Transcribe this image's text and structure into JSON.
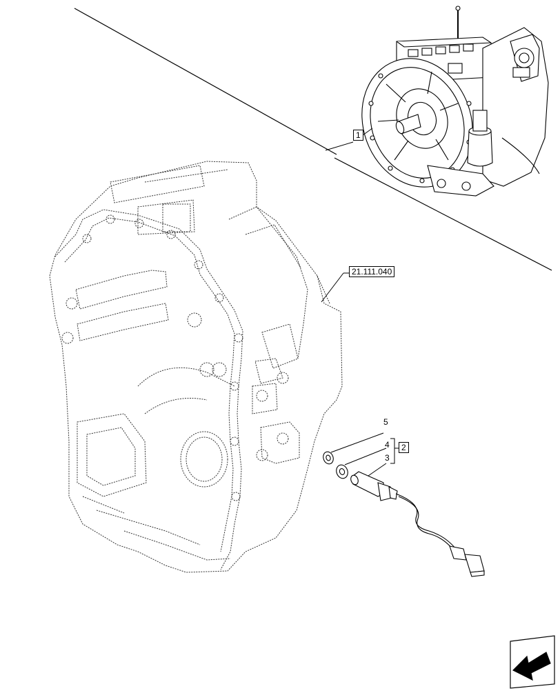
{
  "callouts": {
    "assembly_ref": "1",
    "group_ref": "21.111.040",
    "part_5": "5",
    "part_4": "4",
    "part_3": "3",
    "kit_ref": "2"
  },
  "colors": {
    "line": "#000000",
    "hidden_line": "#333333",
    "background": "#ffffff"
  },
  "icons": [
    "transmission-assembly-thumbnail-icon",
    "next-page-arrow-icon"
  ]
}
